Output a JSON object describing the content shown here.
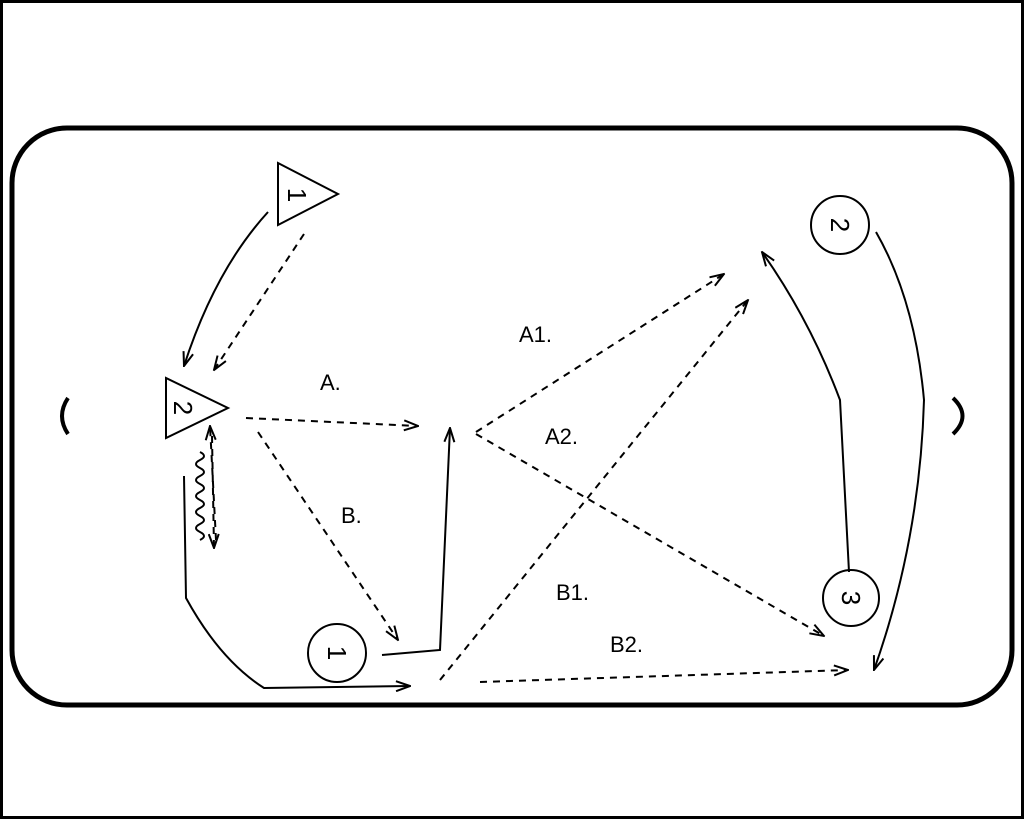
{
  "players": {
    "triangle_1": "1",
    "triangle_2": "2",
    "circle_1": "1",
    "circle_2": "2",
    "circle_3": "3"
  },
  "pass_labels": {
    "a": "A.",
    "b": "B.",
    "a1": "A1.",
    "a2": "A2.",
    "b1": "B1.",
    "b2": "B2."
  }
}
